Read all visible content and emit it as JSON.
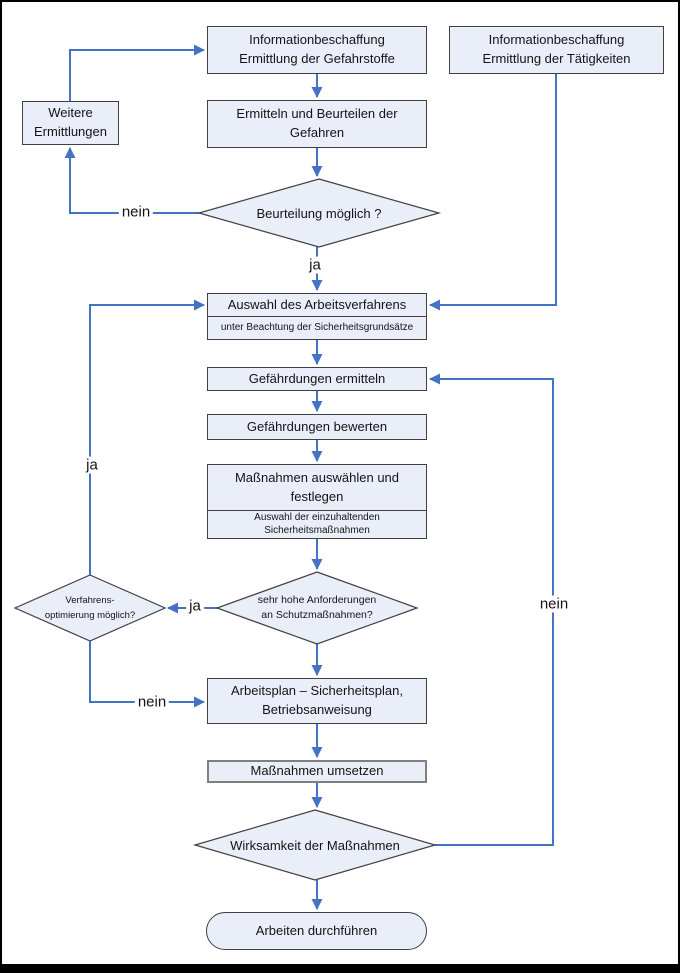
{
  "colors": {
    "connector_blue": "#4472c4",
    "node_fill": "#e9eef8",
    "node_border": "#404040",
    "page_border": "#000000"
  },
  "nodes": {
    "info_gefahrstoffe": "Informationbeschaffung\nErmittlung der Gefahrstoffe",
    "info_taetigkeiten": "Informationbeschaffung\nErmittlung der Tätigkeiten",
    "weitere_ermittlungen": "Weitere\nErmittlungen",
    "ermitteln_beurteilen": "Ermitteln und Beurteilen der\nGefahren",
    "beurteilung_moeglich": "Beurteilung möglich ?",
    "auswahl_arbeitsverfahren": {
      "title": "Auswahl des Arbeitsverfahrens",
      "subtitle": "unter Beachtung der Sicherheitsgrundsätze"
    },
    "gefaehrdungen_ermitteln": "Gefährdungen ermitteln",
    "gefaehrdungen_bewerten": "Gefährdungen bewerten",
    "massnahmen_auswaehlen": {
      "title": "Maßnahmen auswählen und\nfestlegen",
      "subtitle": "Auswahl der einzuhaltenden\nSicherheitsmaßnahmen"
    },
    "verfahrensoptimierung": "Verfahrens-\noptimierung möglich?",
    "hohe_anforderungen": "sehr hohe Anforderungen\nan Schutzmaßnahmen?",
    "arbeitsplan": "Arbeitsplan – Sicherheitsplan,\nBetriebsanweisung",
    "massnahmen_umsetzen": "Maßnahmen umsetzen",
    "wirksamkeit": "Wirksamkeit der Maßnahmen",
    "arbeiten_durchfuehren": "Arbeiten durchführen"
  },
  "edge_labels": {
    "beurteilung_nein": "nein",
    "beurteilung_ja": "ja",
    "optimierung_ja": "ja",
    "anforderungen_ja": "ja",
    "optimierung_nein": "nein",
    "wirksamkeit_nein": "nein"
  }
}
